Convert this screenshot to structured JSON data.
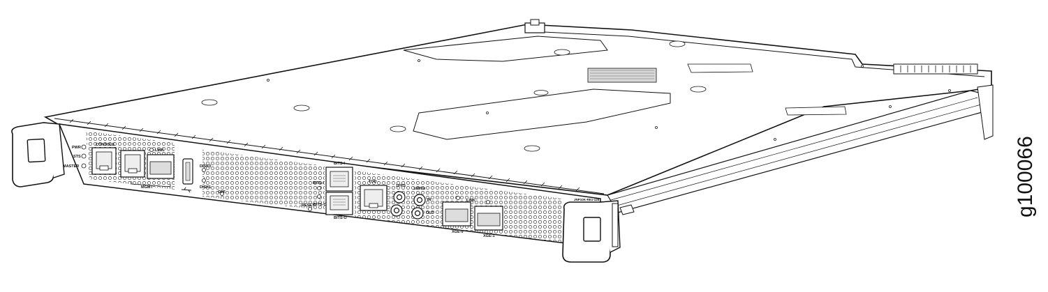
{
  "figure_id": "g100066",
  "panel_labels": {
    "pwr": "PWR",
    "sts": "STS",
    "master": "MASTER",
    "console": "CONSOLE",
    "link_top": "LINK",
    "mgmt": "MGMT",
    "disk0": "DISK0",
    "disk1": "DISK1",
    "off": "OFF",
    "bits_top": "BITS-I",
    "bits_i": "BITS-I",
    "bits_o": "BITS-O",
    "bits_bottom": "BITS-O",
    "reset": "RESET",
    "tod": "TOD",
    "pps": "1PPS",
    "mhz": "10MHz",
    "in": "IN",
    "out": "OUT",
    "link_sfp": "LINK",
    "xge0": "XGE-0",
    "xge1": "XGE-1",
    "model": "JNP10K-RE1-128"
  },
  "colors": {
    "line": "#111111",
    "fill": "#ffffff",
    "shade": "#e6e6e6"
  }
}
